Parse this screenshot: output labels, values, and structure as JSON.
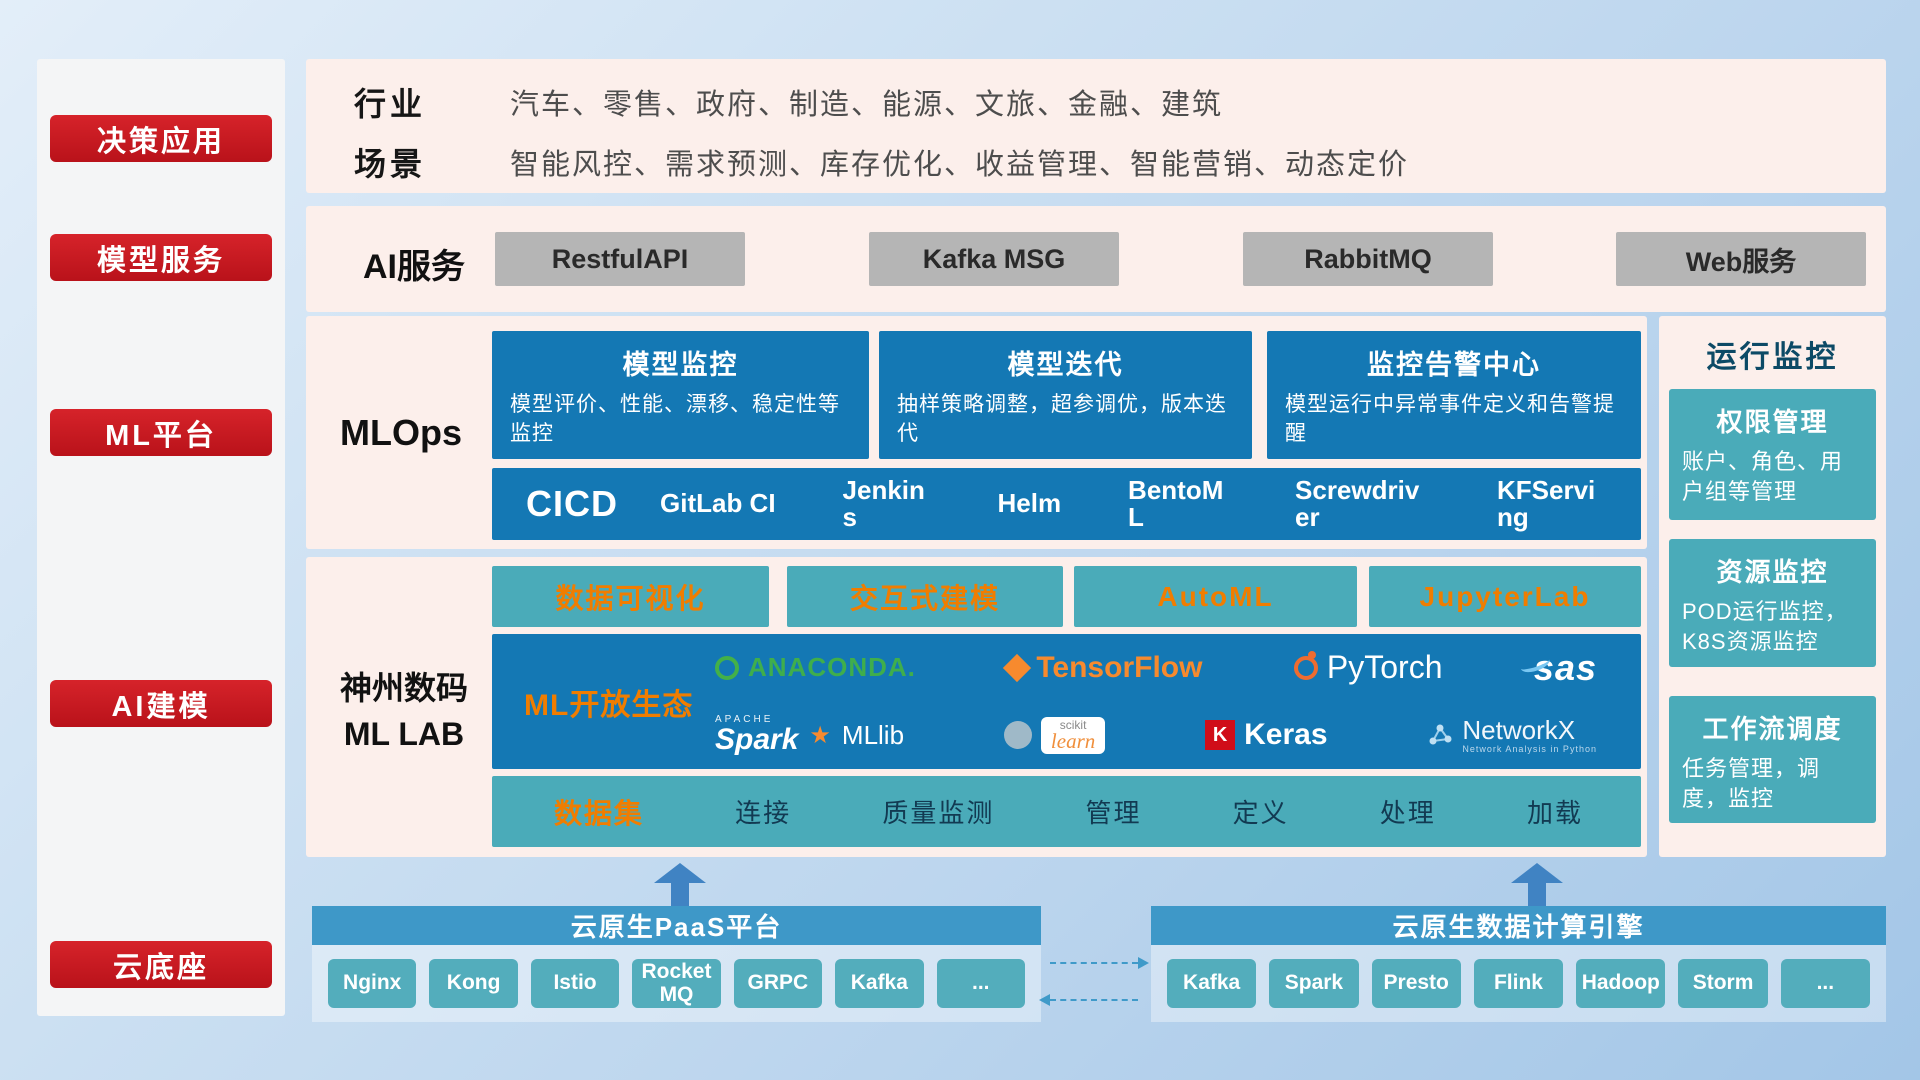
{
  "colors": {
    "layer_red": "#c8191f",
    "panel_pink": "#fcefeb",
    "deep_blue": "#1478b4",
    "teal": "#4aabb9",
    "banner_blue": "#3e98c8",
    "gray_button": "#b5b5b5",
    "accent_orange": "#f07d00"
  },
  "sidebar": {
    "items": [
      {
        "label": "决策应用"
      },
      {
        "label": "模型服务"
      },
      {
        "label": "ML平台"
      },
      {
        "label": "AI建模"
      },
      {
        "label": "云底座"
      }
    ]
  },
  "industry": {
    "industry_label": "行业",
    "industry_text": "汽车、零售、政府、制造、能源、文旅、金融、建筑",
    "scene_label": "场景",
    "scene_text": "智能风控、需求预测、库存优化、收益管理、智能营销、动态定价"
  },
  "ai_service": {
    "label": "AI服务",
    "services": [
      {
        "label": "RestfulAPI"
      },
      {
        "label": "Kafka MSG"
      },
      {
        "label": "RabbitMQ"
      },
      {
        "label": "Web服务"
      }
    ]
  },
  "mlops": {
    "label": "MLOps",
    "cards": [
      {
        "title": "模型监控",
        "desc": "模型评价、性能、漂移、稳定性等监控"
      },
      {
        "title": "模型迭代",
        "desc": "抽样策略调整，超参调优，版本迭代"
      },
      {
        "title": "监控告警中心",
        "desc": "模型运行中异常事件定义和告警提醒"
      }
    ],
    "cicd_label": "CICD",
    "cicd_tools": [
      {
        "label": "GitLab CI"
      },
      {
        "label": "Jenkins"
      },
      {
        "label": "Helm"
      },
      {
        "label": "BentoML"
      },
      {
        "label": "Screwdriver"
      },
      {
        "label": "KFServing"
      }
    ]
  },
  "mllab": {
    "label_line1": "神州数码",
    "label_line2": "ML LAB",
    "tools": [
      {
        "label": "数据可视化"
      },
      {
        "label": "交互式建模"
      },
      {
        "label": "AutoML"
      },
      {
        "label": "JupyterLab"
      }
    ],
    "eco_label": "ML开放生态",
    "logos": {
      "anaconda": "ANACONDA.",
      "tensorflow": "TensorFlow",
      "pytorch": "PyTorch",
      "sas": "sas",
      "apache": "APACHE",
      "spark": "Spark",
      "spark_star": "★",
      "mllib": "MLlib",
      "scikit_top": "scikit",
      "scikit_bottom": "learn",
      "keras_k": "K",
      "keras": "Keras",
      "networkx": "NetworkX",
      "networkx_sub": "Network Analysis in Python"
    },
    "dataset_label": "数据集",
    "dataset_items": [
      {
        "label": "连接"
      },
      {
        "label": "质量监测"
      },
      {
        "label": "管理"
      },
      {
        "label": "定义"
      },
      {
        "label": "处理"
      },
      {
        "label": "加载"
      }
    ]
  },
  "monitor": {
    "title": "运行监控",
    "cards": [
      {
        "title": "权限管理",
        "desc": "账户、角色、用户组等管理"
      },
      {
        "title": "资源监控",
        "desc": "POD运行监控，K8S资源监控"
      },
      {
        "title": "工作流调度",
        "desc": "任务管理，调度，监控"
      }
    ]
  },
  "cloud": {
    "paas_title": "云原生PaaS平台",
    "paas_items": [
      {
        "label": "Nginx"
      },
      {
        "label": "Kong"
      },
      {
        "label": "Istio"
      },
      {
        "label": "RocketMQ"
      },
      {
        "label": "GRPC"
      },
      {
        "label": "Kafka"
      },
      {
        "label": "..."
      }
    ],
    "engine_title": "云原生数据计算引擎",
    "engine_items": [
      {
        "label": "Kafka"
      },
      {
        "label": "Spark"
      },
      {
        "label": "Presto"
      },
      {
        "label": "Flink"
      },
      {
        "label": "Hadoop"
      },
      {
        "label": "Storm"
      },
      {
        "label": "..."
      }
    ]
  }
}
